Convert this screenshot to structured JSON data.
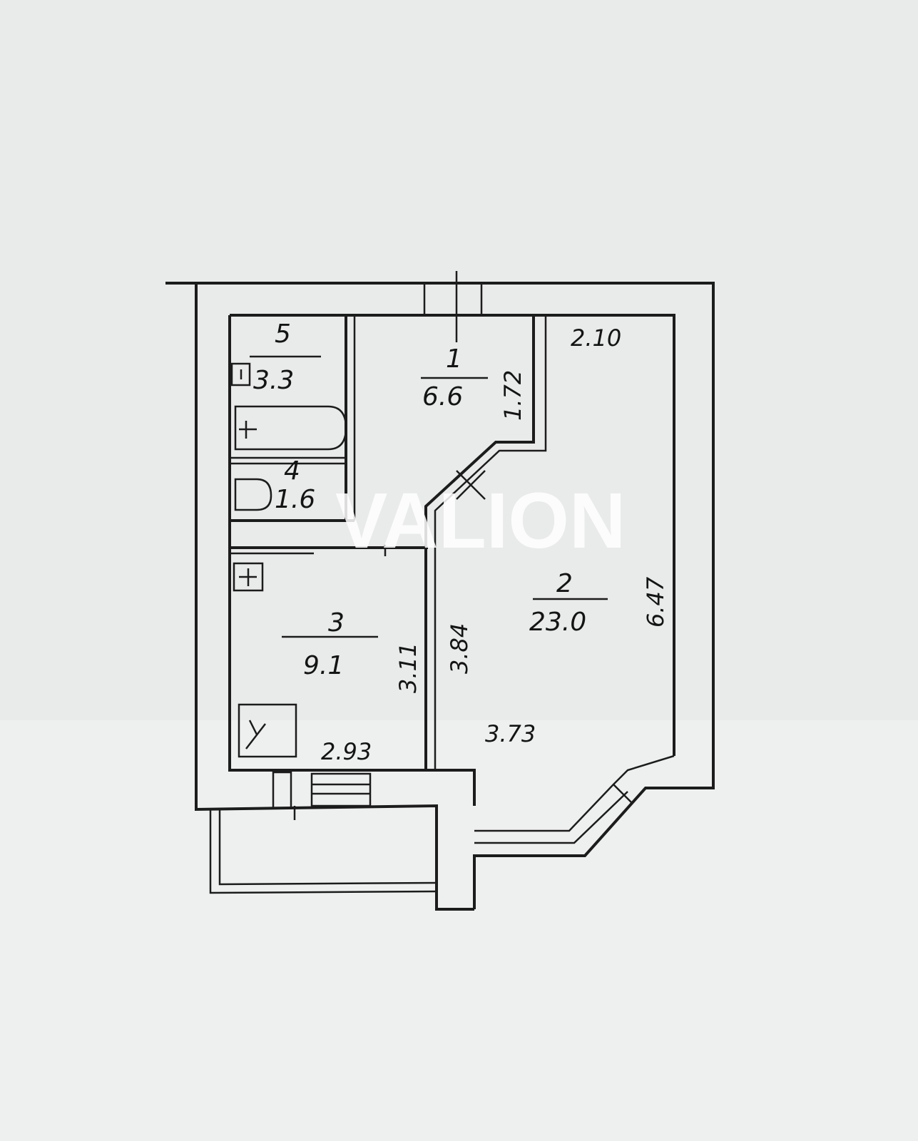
{
  "plan": {
    "watermark": "VALION",
    "rooms": [
      {
        "number": "1",
        "area": "6.6"
      },
      {
        "number": "2",
        "area": "23.0"
      },
      {
        "number": "3",
        "area": "9.1"
      },
      {
        "number": "4",
        "area": "1.6"
      },
      {
        "number": "5",
        "area": "3.3"
      }
    ],
    "dimensions": {
      "room2_top": "2.10",
      "room1_side": "1.72",
      "room2_right": "6.47",
      "room2_left": "3.84",
      "room3_side": "3.11",
      "room3_bottom": "2.93",
      "room2_bottom": "3.73"
    }
  }
}
